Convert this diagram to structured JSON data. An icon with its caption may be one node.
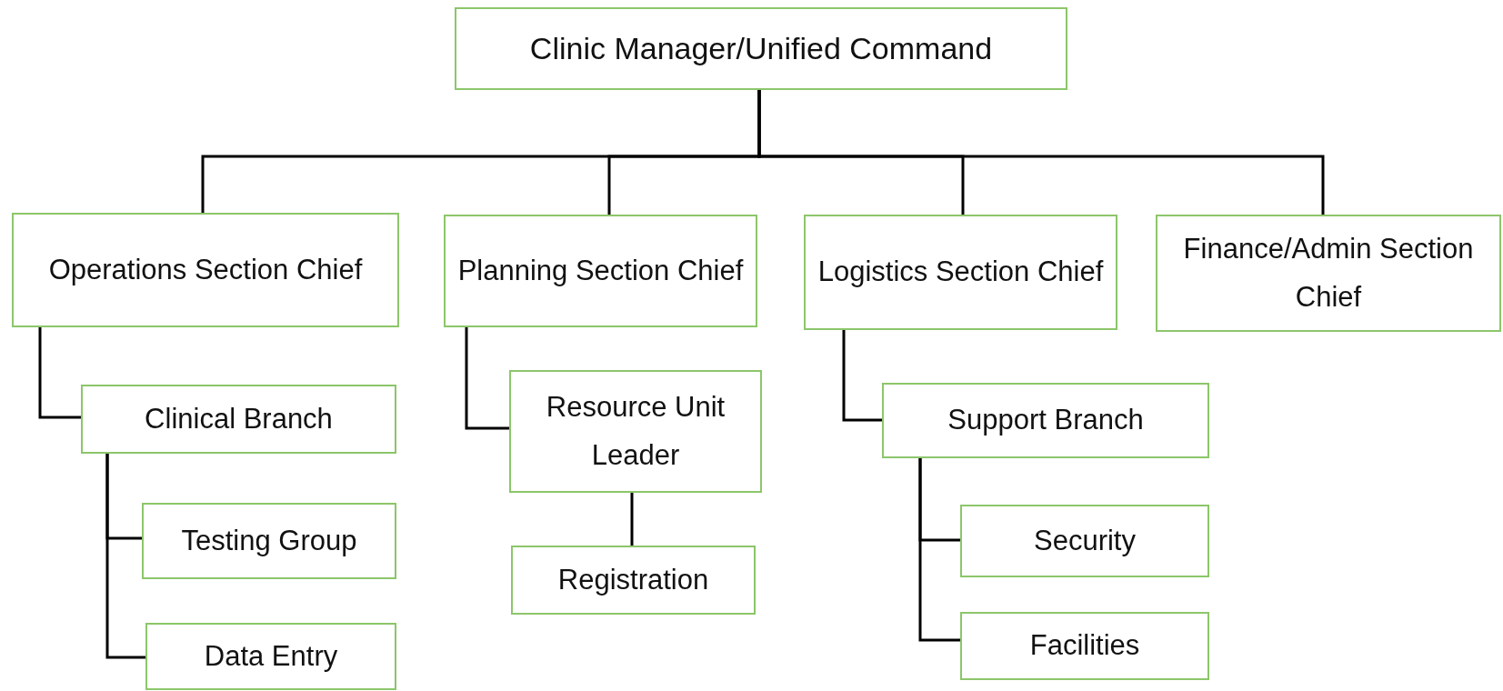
{
  "diagram": {
    "nodes": [
      {
        "text": [
          "Clinic Manager/Unified Command"
        ]
      },
      {
        "text": [
          "Operations Section Chief"
        ]
      },
      {
        "text": [
          "Planning Section Chief"
        ]
      },
      {
        "text": [
          "Logistics Section Chief"
        ]
      },
      {
        "text": [
          "Finance/Admin Section Chief"
        ]
      },
      {
        "text": [
          "Clinical Branch"
        ]
      },
      {
        "text": [
          "Testing Group"
        ]
      },
      {
        "text": [
          "Data Entry"
        ]
      },
      {
        "text": [
          "Resource Unit Leader"
        ]
      },
      {
        "text": [
          "Registration"
        ]
      },
      {
        "text": [
          "Support Branch"
        ]
      },
      {
        "text": [
          "Security"
        ]
      },
      {
        "text": [
          "Facilities"
        ]
      }
    ],
    "edges": [
      {
        "from": 0,
        "to": 1,
        "arrow": "none"
      },
      {
        "from": 0,
        "to": 2,
        "arrow": "none"
      },
      {
        "from": 0,
        "to": 3,
        "arrow": "none"
      },
      {
        "from": 0,
        "to": 4,
        "arrow": "none"
      },
      {
        "from": 1,
        "to": 5,
        "arrow": "none"
      },
      {
        "from": 5,
        "to": 6,
        "arrow": "none"
      },
      {
        "from": 5,
        "to": 7,
        "arrow": "none"
      },
      {
        "from": 2,
        "to": 8,
        "arrow": "none"
      },
      {
        "from": 8,
        "to": 9,
        "arrow": "none"
      },
      {
        "from": 3,
        "to": 10,
        "arrow": "none"
      },
      {
        "from": 10,
        "to": 11,
        "arrow": "none"
      },
      {
        "from": 10,
        "to": 12,
        "arrow": "none"
      }
    ]
  }
}
